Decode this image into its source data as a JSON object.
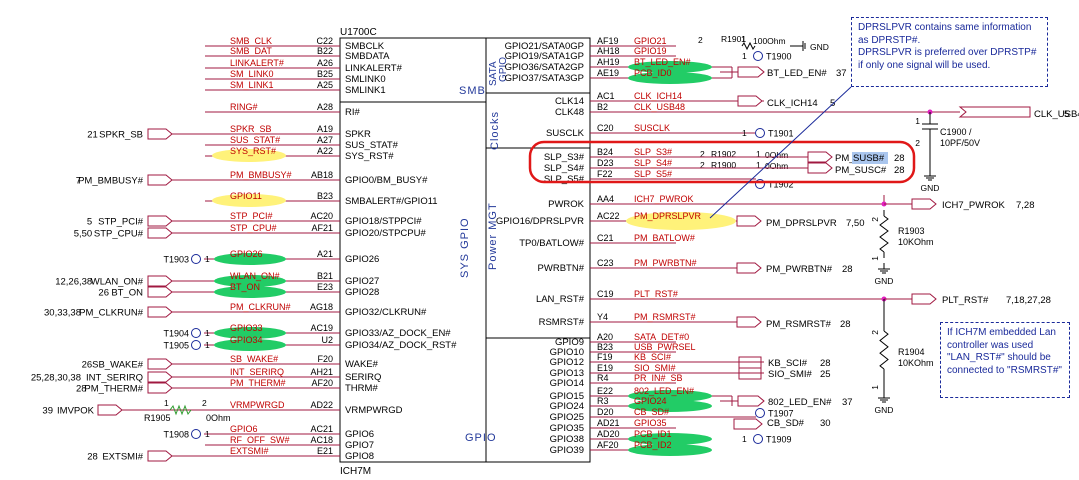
{
  "chip": {
    "ref": "U1700C",
    "part": "ICH7M",
    "blocks": [
      "SMB",
      "SYS GPIO",
      "GPIO",
      "SATA GPIO",
      "Clocks",
      "Power MGT"
    ]
  },
  "left_pins": [
    {
      "net": "SMB_CLK",
      "ball": "C22",
      "pin": "SMBCLK"
    },
    {
      "net": "SMB_DAT",
      "ball": "B22",
      "pin": "SMBDATA"
    },
    {
      "net": "LINKALERT#",
      "ball": "A26",
      "pin": "LINKALERT#"
    },
    {
      "net": "SM_LINK0",
      "ball": "B25",
      "pin": "SMLINK0"
    },
    {
      "net": "SM_LINK1",
      "ball": "A25",
      "pin": "SMLINK1"
    },
    {
      "net": "RING#",
      "ball": "A28",
      "pin": "RI#"
    },
    {
      "net": "SPKR_SB",
      "ball": "A19",
      "pin": "SPKR",
      "ext": "SPKR_SB",
      "page": "21"
    },
    {
      "net": "SUS_STAT#",
      "ball": "A27",
      "pin": "SUS_STAT#"
    },
    {
      "net": "SYS_RST#",
      "ball": "A22",
      "pin": "SYS_RST#",
      "hl": "yellow"
    },
    {
      "net": "PM_BMBUSY#",
      "ball": "AB18",
      "pin": "GPIO0/BM_BUSY#",
      "ext": "PM_BMBUSY#",
      "page": "7"
    },
    {
      "net": "GPIO11",
      "ball": "B23",
      "pin": "SMBALERT#/GPIO11",
      "hl": "yellow"
    },
    {
      "net": "STP_PCI#",
      "ball": "AC20",
      "pin": "GPIO18/STPPCI#",
      "ext": "STP_PCI#",
      "page": "5"
    },
    {
      "net": "STP_CPU#",
      "ball": "AF21",
      "pin": "GPIO20/STPCPU#",
      "ext": "STP_CPU#",
      "page": "5,50"
    },
    {
      "net": "GPIO26",
      "ball": "A21",
      "pin": "GPIO26",
      "hl": "green",
      "tp": "T1903"
    },
    {
      "net": "WLAN_ON#",
      "ball": "B21",
      "pin": "GPIO27",
      "ext": "WLAN_ON#",
      "page": "12,26,38",
      "hl": "green"
    },
    {
      "net": "BT_ON",
      "ball": "E23",
      "pin": "GPIO28",
      "ext": "BT_ON",
      "page": "26",
      "hl": "green"
    },
    {
      "net": "PM_CLKRUN#",
      "ball": "AG18",
      "pin": "GPIO32/CLKRUN#",
      "ext": "PM_CLKRUN#",
      "page": "30,33,38"
    },
    {
      "net": "GPIO33",
      "ball": "AC19",
      "pin": "GPIO33/AZ_DOCK_EN#",
      "hl": "green",
      "tp": "T1904"
    },
    {
      "net": "GPIO34",
      "ball": "U2",
      "pin": "GPIO34/AZ_DOCK_RST#",
      "hl": "green",
      "tp": "T1905"
    },
    {
      "net": "SB_WAKE#",
      "ball": "F20",
      "pin": "WAKE#",
      "ext": "SB_WAKE#",
      "page": "26"
    },
    {
      "net": "INT_SERIRQ",
      "ball": "AH21",
      "pin": "SERIRQ",
      "ext": "INT_SERIRQ",
      "page": "25,28,30,38"
    },
    {
      "net": "PM_THERM#",
      "ball": "AF20",
      "pin": "THRM#",
      "ext": "PM_THERM#",
      "page": "28"
    },
    {
      "net": "VRMPWRGD",
      "ball": "AD22",
      "pin": "VRMPWRGD",
      "ext": "IMVPOK",
      "page": "39",
      "res": "R1905",
      "resval": "0Ohm"
    },
    {
      "net": "GPIO6",
      "ball": "AC21",
      "pin": "GPIO6",
      "tp": "T1908"
    },
    {
      "net": "RF_OFF_SW#",
      "ball": "AC18",
      "pin": "GPIO7"
    },
    {
      "net": "EXTSMI#",
      "ball": "E21",
      "pin": "GPIO8",
      "ext": "EXTSMI#",
      "page": "28"
    }
  ],
  "right_pins": [
    {
      "net": "GPIO21",
      "ball": "AF19",
      "pin": "GPIO21/SATA0GP"
    },
    {
      "net": "GPIO19",
      "ball": "AH18",
      "pin": "GPIO19/SATA1GP"
    },
    {
      "net": "BT_LED_EN#",
      "ball": "AH19",
      "pin": "GPIO36/SATA2GP",
      "hl": "green"
    },
    {
      "net": "PCB_ID0",
      "ball": "AE19",
      "pin": "GPIO37/SATA3GP",
      "hl": "green"
    },
    {
      "net": "CLK_ICH14",
      "ball": "AC1",
      "pin": "CLK14"
    },
    {
      "net": "CLK_USB48",
      "ball": "B2",
      "pin": "CLK48"
    },
    {
      "net": "SUSCLK",
      "ball": "C20",
      "pin": "SUSCLK"
    },
    {
      "net": "SLP_S3#",
      "ball": "B24",
      "pin": "SLP_S3#"
    },
    {
      "net": "SLP_S4#",
      "ball": "D23",
      "pin": "SLP_S4#"
    },
    {
      "net": "SLP_S5#",
      "ball": "F22",
      "pin": "SLP_S5#"
    },
    {
      "net": "ICH7_PWROK",
      "ball": "AA4",
      "pin": "PWROK"
    },
    {
      "net": "PM_DPRSLPVR",
      "ball": "AC22",
      "pin": "GPIO16/DPRSLPVR",
      "hl": "yellow"
    },
    {
      "net": "PM_BATLOW#",
      "ball": "C21",
      "pin": "TP0/BATLOW#"
    },
    {
      "net": "PM_PWRBTN#",
      "ball": "C23",
      "pin": "PWRBTN#"
    },
    {
      "net": "PLT_RST#",
      "ball": "C19",
      "pin": "LAN_RST#"
    },
    {
      "net": "PM_RSMRST#",
      "ball": "Y4",
      "pin": "RSMRST#"
    },
    {
      "net": "SATA_DET#0",
      "ball": "A20",
      "pin": "GPIO9"
    },
    {
      "net": "USB_PWRSEL",
      "ball": "B23",
      "pin": "GPIO10"
    },
    {
      "net": "KB_SCI#",
      "ball": "F19",
      "pin": "GPIO12"
    },
    {
      "net": "SIO_SMI#",
      "ball": "E19",
      "pin": "GPIO13"
    },
    {
      "net": "PR_IN#_SB",
      "ball": "R4",
      "pin": "GPIO14"
    },
    {
      "net": "802_LED_EN#",
      "ball": "E22",
      "pin": "GPIO15",
      "hl": "green"
    },
    {
      "net": "GPIO24",
      "ball": "R3",
      "pin": "GPIO24",
      "hl": "green"
    },
    {
      "net": "CB_SD#",
      "ball": "D20",
      "pin": "GPIO25"
    },
    {
      "net": "GPIO35",
      "ball": "AD21",
      "pin": "GPIO35"
    },
    {
      "net": "PCB_ID1",
      "ball": "AD20",
      "pin": "GPIO38",
      "hl": "green"
    },
    {
      "net": "PCB_ID2",
      "ball": "AF20",
      "pin": "GPIO39",
      "hl": "green"
    }
  ],
  "right_ext": {
    "r1901": {
      "ref": "R1901",
      "val": "100Ohm",
      "pin1": "1",
      "pin2": "2",
      "gnd": "GND"
    },
    "t1900": "T1900",
    "bt_led": {
      "net": "BT_LED_EN#",
      "page": "37"
    },
    "clk14": {
      "net": "CLK_ICH14",
      "page": "5"
    },
    "clk48": {
      "net": "CLK_USB48",
      "page": "5"
    },
    "t1901": "T1901",
    "c1900": {
      "ref": "C1900 /",
      "val": "10PF/50V",
      "pin1": "1",
      "pin2": "2",
      "gnd": "GND"
    },
    "r1902": {
      "ref": "R1902",
      "val": "0Ohm"
    },
    "r1900": {
      "ref": "R1900",
      "val": "0Ohm"
    },
    "susb": {
      "net_pre": "PM_",
      "net_hl": "SUSB#",
      "page": "28"
    },
    "susc": {
      "net": "PM_SUSC#",
      "page": "28"
    },
    "t1902": "T1902",
    "pwrok": {
      "net": "ICH7_PWROK",
      "page": "7,28"
    },
    "r1903": {
      "ref": "R1903",
      "val": "10KOhm",
      "pin1": "1",
      "pin2": "2",
      "gnd": "GND"
    },
    "dprs": {
      "net": "PM_DPRSLPVR",
      "page": "7,50"
    },
    "pwrbtn": {
      "net": "PM_PWRBTN#",
      "page": "28"
    },
    "pltrst": {
      "net": "PLT_RST#",
      "page": "7,18,27,28"
    },
    "rsmrst": {
      "net": "PM_RSMRST#",
      "page": "28"
    },
    "r1904": {
      "ref": "R1904",
      "val": "10KOhm",
      "pin1": "1",
      "pin2": "2",
      "gnd": "GND"
    },
    "kbsci": {
      "net": "KB_SCI#",
      "page": "28"
    },
    "siosmi": {
      "net": "SIO_SMI#",
      "page": "25"
    },
    "led802": {
      "net": "802_LED_EN#",
      "page": "37"
    },
    "t1907": "T1907",
    "cbsd": {
      "net": "CB_SD#",
      "page": "30"
    },
    "t1909": "T1909"
  },
  "notes": {
    "dprslpvr": [
      "DPRSLPVR contains same information",
      "as DPRSTP#.",
      "DPRSLPVR is preferred over DPRSTP#",
      "if only one signal will be used."
    ],
    "lan": [
      "If ICH7M embedded Lan",
      "controller was used",
      "\"LAN_RST#\" should be",
      "connected to \"RSMRST#\""
    ]
  },
  "colors": {
    "wire": "#a01840",
    "net_text": "#c00000",
    "outline": "#000000",
    "chip_label": "#23399a",
    "note_border": "#1a2a9a",
    "highlight_red": "#e01818",
    "highlight_green": "#22cc66",
    "highlight_yellow": "#fff27a",
    "highlight_blue": "#aac6ee"
  }
}
